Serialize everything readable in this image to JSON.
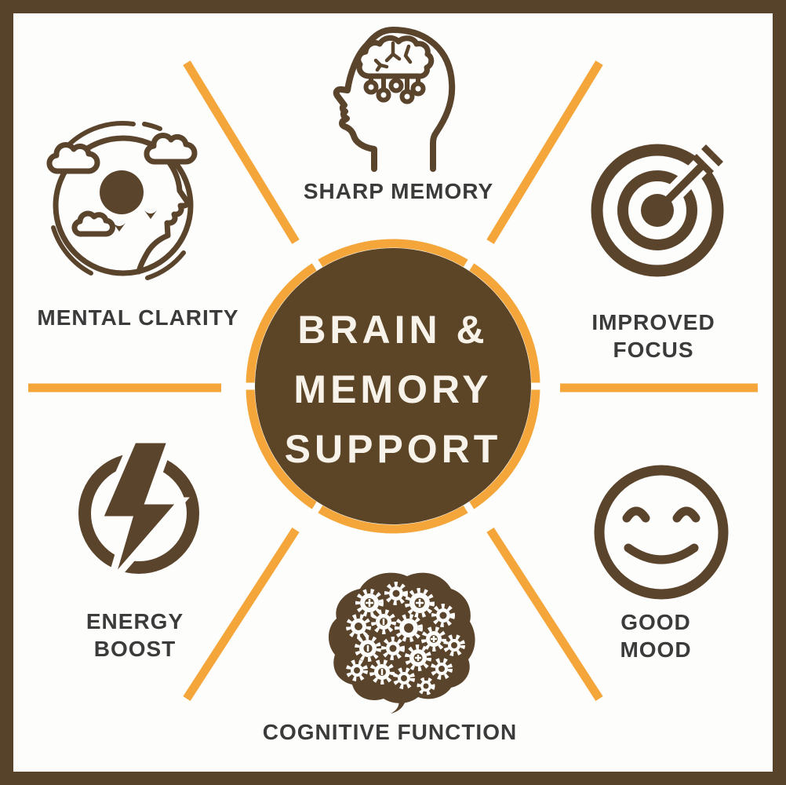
{
  "infographic": {
    "center": {
      "line1": "BRAIN &",
      "line2": "MEMORY",
      "line3": "SUPPORT"
    },
    "benefits": [
      {
        "id": "sharp-memory",
        "label": "SHARP MEMORY",
        "icon": "head-circuit-brain-icon"
      },
      {
        "id": "improved-focus",
        "label": "IMPROVED FOCUS",
        "icon": "target-arrow-icon"
      },
      {
        "id": "good-mood",
        "label": "GOOD MOOD",
        "icon": "smiley-face-icon"
      },
      {
        "id": "cognitive-function",
        "label": "COGNITIVE FUNCTION",
        "icon": "gear-brain-icon"
      },
      {
        "id": "energy-boost",
        "label": "ENERGY BOOST",
        "icon": "lightning-bolt-icon"
      },
      {
        "id": "mental-clarity",
        "label": "MENTAL CLARITY",
        "icon": "head-clouds-icon"
      }
    ],
    "colors": {
      "border_brown": "#57422A",
      "circle_brown": "#5C4526",
      "icon_brown": "#5B442C",
      "spoke_orange": "#F4A63A",
      "label_text": "#3B3B3B",
      "center_text": "#F8F3EA",
      "background": "#FDFDFC"
    }
  }
}
